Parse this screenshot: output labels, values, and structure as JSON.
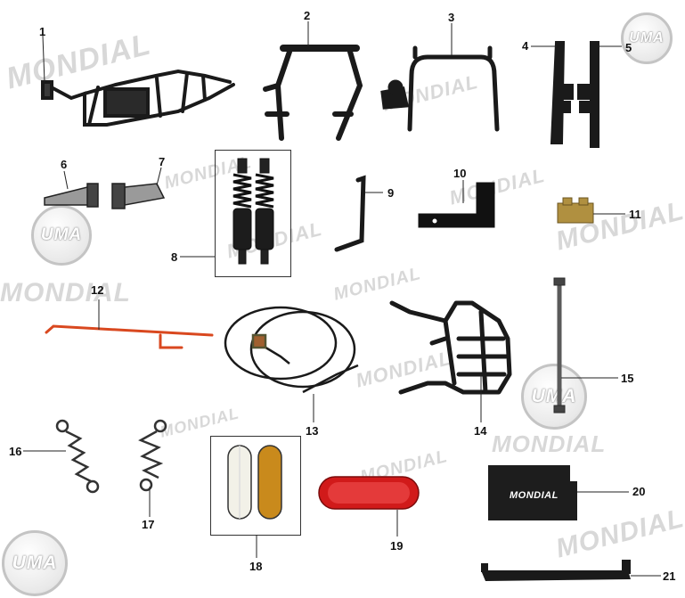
{
  "watermarks": {
    "brand_text": "MONDIAL",
    "logo_text": "UMA"
  },
  "callouts": [
    "1",
    "2",
    "3",
    "4",
    "5",
    "6",
    "7",
    "8",
    "9",
    "10",
    "11",
    "12",
    "13",
    "14",
    "15",
    "16",
    "17",
    "18",
    "19",
    "20",
    "21"
  ],
  "plate": {
    "label": "MONDIAL"
  },
  "colors": {
    "part_black": "#1a1a1a",
    "kickstand_red": "#d9481f",
    "reflector_amber": "#c98a1c",
    "tail_red": "#d11a1a",
    "watermark_gray": "#d8d8d8"
  }
}
